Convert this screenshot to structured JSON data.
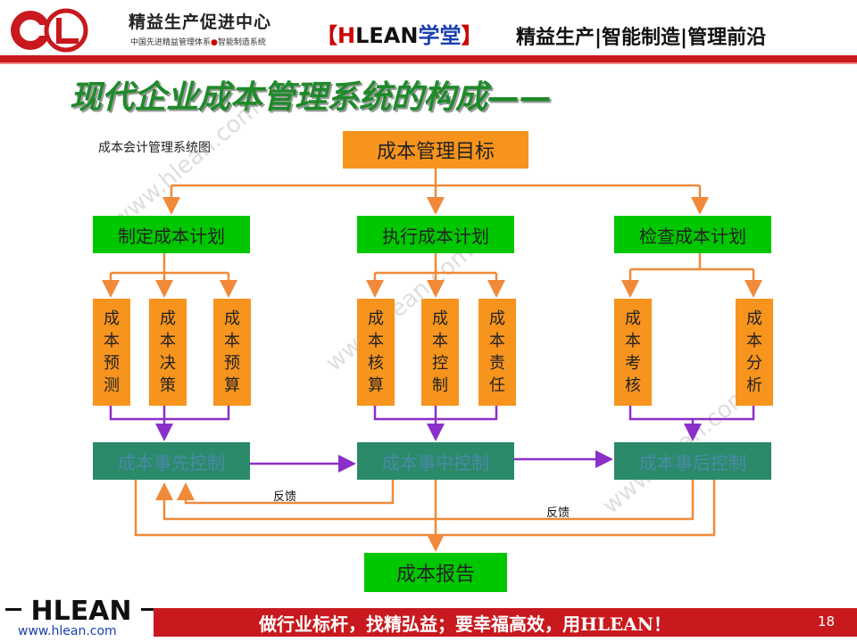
{
  "header": {
    "center_name": "精益生产促进中心",
    "center_sub_left": "中国先进精益管理体系",
    "center_sub_right": "智能制造系统",
    "school_open": "【",
    "school_h": "H",
    "school_lean": "LEAN",
    "school_xt": "学堂",
    "school_close": "】",
    "tagline": "精益生产|智能制造|管理前沿"
  },
  "title": "现代企业成本管理系统的构成——",
  "caption": "成本会计管理系统图",
  "watermark": "www.hlean.com",
  "diagram": {
    "target": "成本管理目标",
    "plans": [
      "制定成本计划",
      "执行成本计划",
      "检查成本计划"
    ],
    "subs": [
      [
        "成",
        "本",
        "预",
        "测"
      ],
      [
        "成",
        "本",
        "决",
        "策"
      ],
      [
        "成",
        "本",
        "预",
        "算"
      ],
      [
        "成",
        "本",
        "核",
        "算"
      ],
      [
        "成",
        "本",
        "控",
        "制"
      ],
      [
        "成",
        "本",
        "责",
        "任"
      ],
      [
        "成",
        "本",
        "考",
        "核"
      ],
      [
        "成",
        "本",
        "分",
        "析"
      ]
    ],
    "controls": [
      "成本事先控制",
      "成本事中控制",
      "成本事后控制"
    ],
    "feedback": [
      "反馈",
      "反馈"
    ],
    "report": "成本报告"
  },
  "footer": {
    "logo_text": "HLEAN",
    "url": "www.hlean.com",
    "slogan": "做行业标杆，找精弘益；要幸福高效，用HLEAN！",
    "page": "18"
  },
  "colors": {
    "red": "#c8191e",
    "orange": "#f7941d",
    "green": "#00c700",
    "teal": "#2a8a6a",
    "purple": "#8b2fc9",
    "title_green": "#1f8a2a"
  }
}
